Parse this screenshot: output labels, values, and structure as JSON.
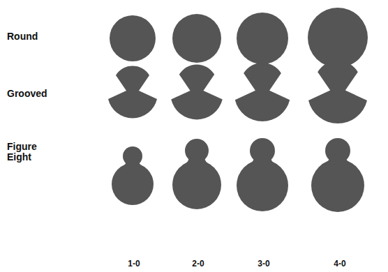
{
  "diagram": {
    "labels": [
      "Round",
      "Grooved",
      "Figure Eight",
      "1-0",
      "2-0",
      "3-0",
      "4-0"
    ]
  }
}
